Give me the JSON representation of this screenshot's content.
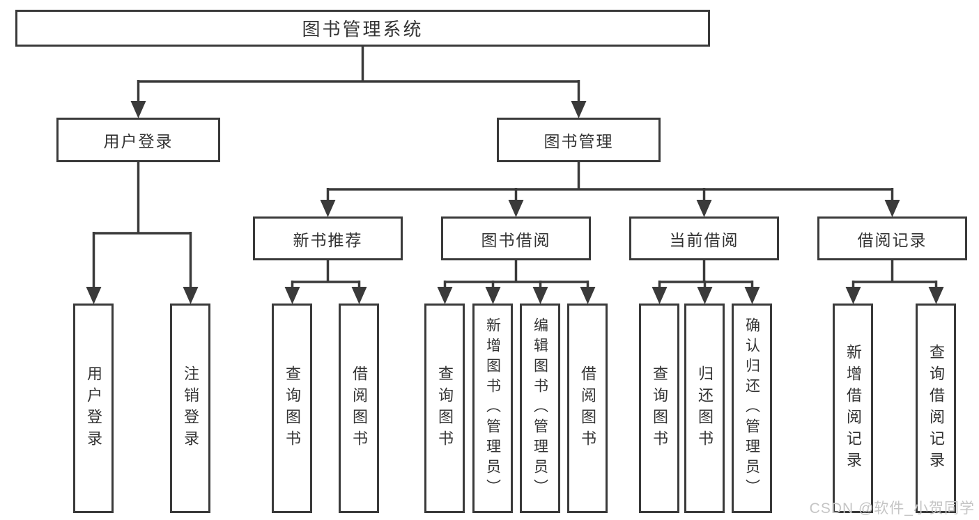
{
  "colors": {
    "line": "#3a3a3a",
    "text": "#333333",
    "watermark": "#c5c5c5",
    "box_background": "#ffffff"
  },
  "diagram": {
    "root": {
      "label": "图书管理系统"
    },
    "branches": [
      {
        "label": "用户登录",
        "children": [
          {
            "label": "用户登录"
          },
          {
            "label": "注销登录"
          }
        ]
      },
      {
        "label": "图书管理",
        "children": [
          {
            "label": "新书推荐",
            "children": [
              {
                "label": "查询图书"
              },
              {
                "label": "借阅图书"
              }
            ]
          },
          {
            "label": "图书借阅",
            "children": [
              {
                "label": "查询图书"
              },
              {
                "label": "新增图书（管理员）"
              },
              {
                "label": "编辑图书（管理员）"
              },
              {
                "label": "借阅图书"
              }
            ]
          },
          {
            "label": "当前借阅",
            "children": [
              {
                "label": "查询图书"
              },
              {
                "label": "归还图书"
              },
              {
                "label": "确认归还（管理员）"
              }
            ]
          },
          {
            "label": "借阅记录",
            "children": [
              {
                "label": "新增借阅记录"
              },
              {
                "label": "查询借阅记录"
              }
            ]
          }
        ]
      }
    ]
  },
  "watermark": {
    "text": "CSDN @软件_小贺同学"
  }
}
